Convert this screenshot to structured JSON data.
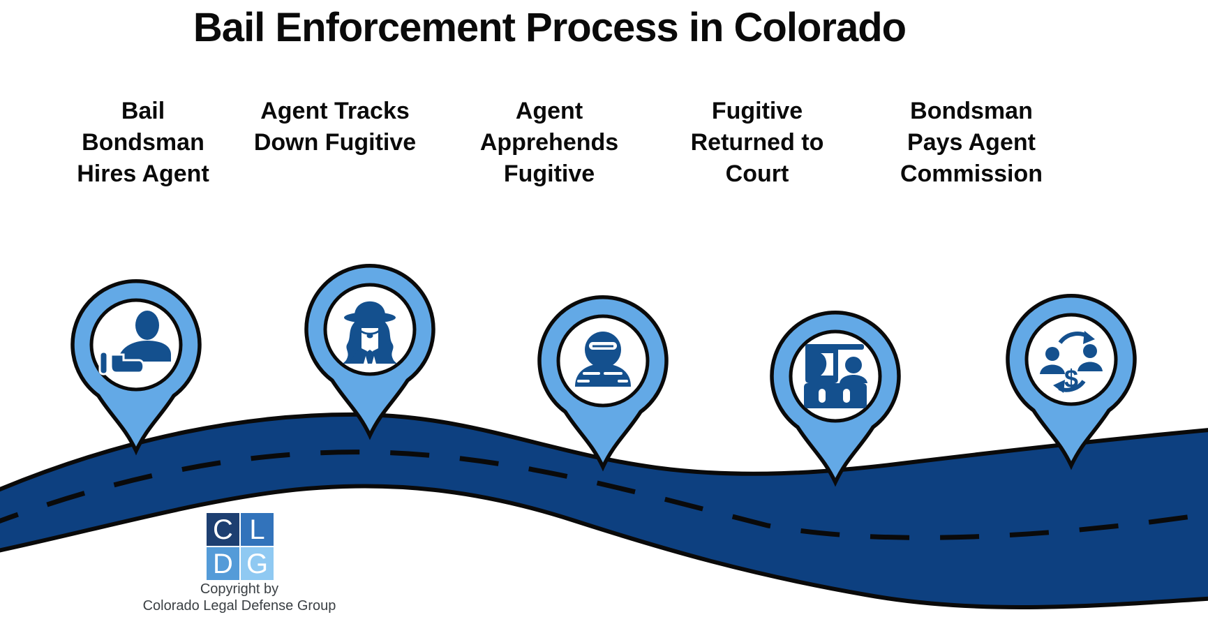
{
  "title": "Bail Enforcement Process in Colorado",
  "steps": [
    {
      "label": "Bail\nBondsman\nHires Agent",
      "icon": "bondsman-hires-agent-icon"
    },
    {
      "label": "Agent Tracks\nDown Fugitive",
      "icon": "spy-tracking-icon"
    },
    {
      "label": "Agent\nApprehends\nFugitive",
      "icon": "masked-fugitive-icon"
    },
    {
      "label": "Fugitive\nReturned to\nCourt",
      "icon": "courtroom-judge-icon"
    },
    {
      "label": "Bondsman\nPays Agent\nCommission",
      "icon": "payment-exchange-icon",
      "currency": "$"
    }
  ],
  "logo": {
    "letters": [
      "C",
      "L",
      "D",
      "G"
    ]
  },
  "copyright": "Copyright by\nColorado Legal Defense Group",
  "colors": {
    "pin_fill": "#63a9e6",
    "icon_navy": "#14508e",
    "road_navy": "#0d4080",
    "outline": "#0a0a0a",
    "logo_tl": "#1d3f71",
    "logo_tr": "#3273bb",
    "logo_bl": "#549bd8",
    "logo_br": "#8fc9f2",
    "copyright_text": "#3a3f43"
  }
}
